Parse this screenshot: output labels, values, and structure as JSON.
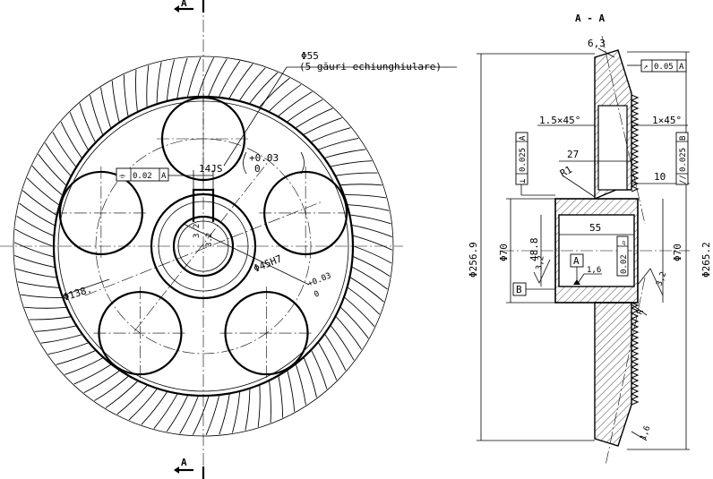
{
  "section_marks": {
    "top": "A",
    "bottom": "A",
    "section_title": "A - A"
  },
  "front_view": {
    "holes_dia": "Φ55",
    "holes_note": "(5 găuri echiunghiulare)",
    "keyway_width": "14JS",
    "keyway_tol_upper": "+0.03",
    "keyway_tol_lower": "0",
    "sym_symbol": "⌯",
    "sym_value": "0.02",
    "sym_datum": "A",
    "bore": "Φ45H7",
    "bore_tol_upper": "+0.03",
    "bore_tol_lower": "0",
    "pitch_circle": "Φ138.",
    "rough_a": "3.2",
    "rough_b": "3.2"
  },
  "section_view": {
    "chamfer_top": "6,3",
    "chamfer_left": "1.5×45°",
    "chamfer_right": "1×45°",
    "hub_height": "27",
    "radius": "R1",
    "web": "10",
    "hub_length": "55",
    "hub_dia_left": "Φ70",
    "hub_dia_right": "Φ70",
    "bore_dia": "48.8",
    "rough_1": "3,2",
    "rough_2": "1,6",
    "rough_3": "3,2",
    "rough_4": "1,6",
    "radius_bottom": "R",
    "datum_a": "A",
    "datum_b": "B",
    "outer_dia_left": "Φ256.9",
    "outer_dia_right": "Φ265.2",
    "tol_runout_sym": "↗",
    "tol_runout_val": "0.05",
    "tol_runout_datum": "A",
    "tol_perp_sym": "⊥",
    "tol_perp_val": "0.025",
    "tol_perp_datum": "A",
    "tol_par_sym": "//",
    "tol_par_val": "0.025",
    "tol_par_datum": "B",
    "tol_flat_sym": "▱",
    "tol_flat_val": "0.02"
  }
}
